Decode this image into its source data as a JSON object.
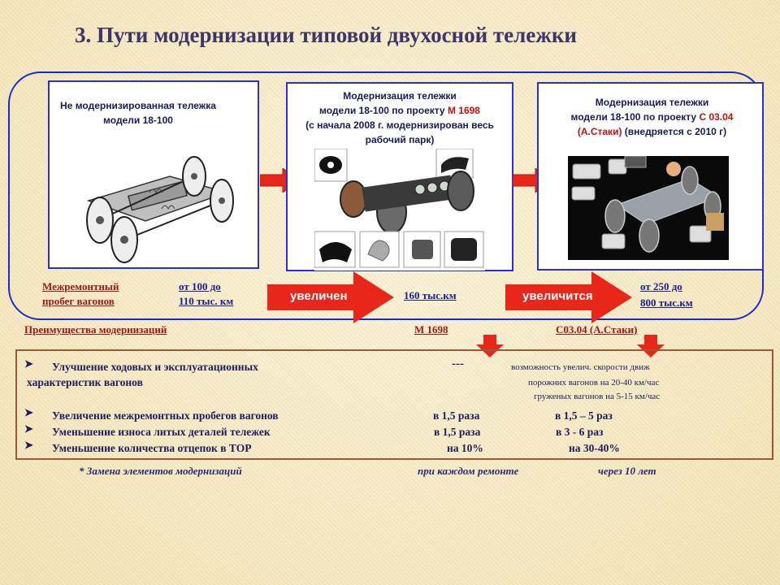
{
  "title": "3. Пути модернизации типовой двухосной тележки",
  "panel1": {
    "line1": "Не модернизированная тележка",
    "line2": "модели 18-100"
  },
  "panel2": {
    "line1": "Модернизация тележки",
    "line2_a": "модели 18-100 по проекту ",
    "line2_b": "М 1698",
    "line3": "(с начала 2008 г. модернизирован весь",
    "line4": "рабочий парк)"
  },
  "panel3": {
    "line1": "Модернизация тележки",
    "line2_a": "модели 18-100 по проекту ",
    "line2_b": "С 03.04",
    "line3_a": "(А.Стаки)",
    "line3_b": " (внедряется  с 2010 г)"
  },
  "mileage": {
    "label_line1": "Межремонтный",
    "label_line2": "пробег вагонов",
    "base_line1": "от 100 до",
    "base_line2": "110 тыс. км",
    "arrow1_label": "увеличен",
    "m1698_value": "160 тыс.км",
    "arrow2_label": "увеличится",
    "c0304_line1": "от 250 до",
    "c0304_line2": "800 тыс.км"
  },
  "advantages": {
    "header": "Преимущества модернизаций",
    "col1": "М 1698",
    "col2": "С03.04 (А.Стаки)",
    "rows": [
      {
        "label_line1": "Улучшение ходовых и эксплуатационных",
        "label_line2": "характеристик вагонов",
        "m1698": "---",
        "c0304_line1": "возможность увелич. скорости движ",
        "c0304_line2": "порожних вагонов на 20-40 км/час",
        "c0304_line3": "груженых вагонов на 5-15 км/час"
      },
      {
        "label": "Увеличение межремонтных пробегов вагонов",
        "m1698": "в 1,5 раза",
        "c0304": "в 1,5 – 5 раз"
      },
      {
        "label": "Уменьшение износа литых деталей тележек",
        "m1698": "в 1,5 раза",
        "c0304": "в 3 - 6 раз"
      },
      {
        "label": "Уменьшение количества отцепок в ТОР",
        "m1698": "на 10%",
        "c0304": "на 30-40%"
      }
    ]
  },
  "footnote": {
    "label": "* Замена элементов  модернизаций",
    "m1698": "при каждом ремонте",
    "c0304": "через 10 лет"
  },
  "colors": {
    "title": "#3b3569",
    "frame": "#1a2bc8",
    "arrow": "#e8261a",
    "red_text": "#c01010",
    "box_border": "#9a5a3a"
  },
  "icons": [
    "bullet-arrow-icon",
    "right-arrow-icon",
    "down-arrow-icon"
  ]
}
